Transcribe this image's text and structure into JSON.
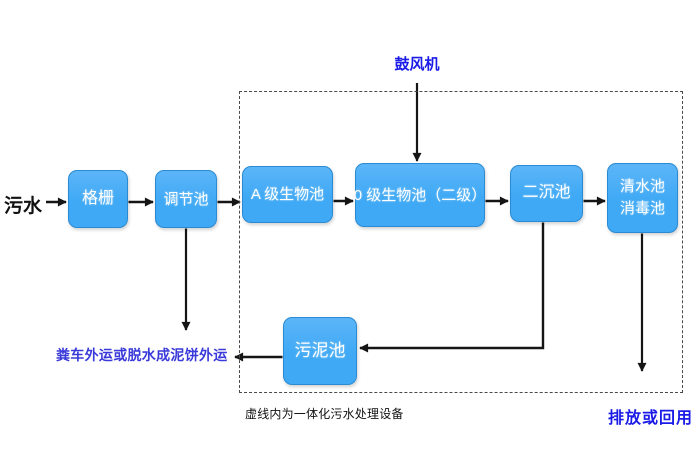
{
  "diagram": {
    "inflow_label": "污水",
    "blower_label": "鼓风机",
    "nodes": {
      "grid": {
        "label": "格栅"
      },
      "regulating": {
        "label": "调节池"
      },
      "a_bio": {
        "label": "A 级生物池"
      },
      "o_bio": {
        "label": "0 级生物池（二级）"
      },
      "secondary_sed": {
        "label": "二沉池"
      },
      "clearwater": {
        "line1": "清水池",
        "line2": "消毒池"
      },
      "sludge": {
        "label": "污泥池"
      }
    },
    "outputs": {
      "sludge_out": "粪车外运或脱水成泥饼外运",
      "discharge": "排放或回用"
    },
    "caption": "虚线内为一体化污水处理设备",
    "colors": {
      "node_fill": "#3fa9f5",
      "node_fill_light": "#5cb5f8",
      "node_border": "#2a8ad2",
      "node_text": "#ffffff",
      "blue_text": "#1b1be8",
      "blue_alt_text": "#3a3ada",
      "black_text": "#111111",
      "arrow": "#151515"
    }
  }
}
